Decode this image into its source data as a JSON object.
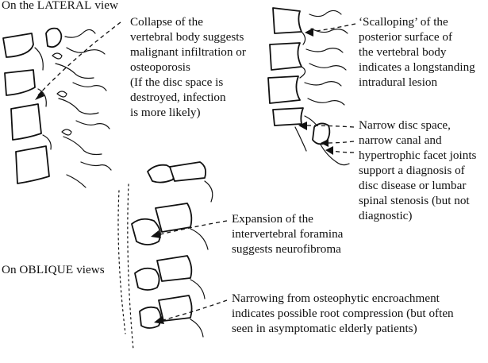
{
  "headings": {
    "lateral_prefix": "On the ",
    "lateral_sc": "LATERAL",
    "lateral_suffix": " view",
    "oblique_prefix": "On ",
    "oblique_sc": "OBLIQUE",
    "oblique_suffix": " views"
  },
  "annotations": {
    "collapse": [
      "Collapse of the",
      "vertebral body suggests",
      "malignant infiltration or",
      "osteoporosis",
      "(If the disc space is",
      "destroyed, infection",
      "is more likely)"
    ],
    "scalloping": [
      "‘Scalloping’ of the",
      "posterior surface of",
      "the vertebral body",
      "indicates a longstanding",
      "intradural lesion"
    ],
    "narrow": [
      "Narrow disc space,",
      "narrow canal and",
      "hypertrophic facet joints",
      "support a diagnosis of",
      "disc disease or lumbar",
      "spinal stenosis (but not",
      "diagnostic)"
    ],
    "expansion": [
      "Expansion of the",
      "intervertebral foramina",
      "suggests neurofibroma"
    ],
    "narrowing": [
      "Narrowing from osteophytic encroachment",
      "indicates possible root compression (but often",
      "seen in asymptomatic elderly patients)"
    ]
  },
  "colors": {
    "ink": "#111111",
    "background": "#ffffff"
  }
}
